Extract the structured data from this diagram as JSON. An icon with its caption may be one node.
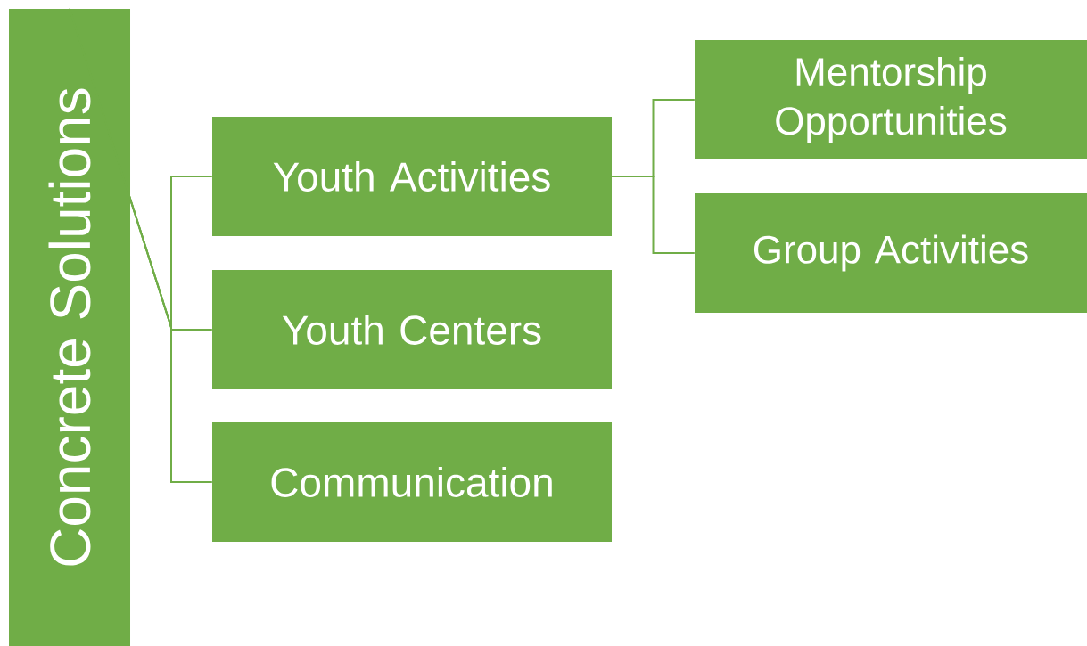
{
  "diagram": {
    "nodes": [
      {
        "text": [
          "Concrete Solutions"
        ]
      },
      {
        "text": [
          "Youth Activities"
        ]
      },
      {
        "text": [
          "Youth Centers"
        ]
      },
      {
        "text": [
          "Communication"
        ]
      },
      {
        "text": [
          "Mentorship Opportunities"
        ]
      },
      {
        "text": [
          "Group Activities"
        ]
      }
    ],
    "edges": [
      {
        "from": 0,
        "to": 1,
        "arrow": "none"
      },
      {
        "from": 0,
        "to": 2,
        "arrow": "none"
      },
      {
        "from": 0,
        "to": 3,
        "arrow": "none"
      },
      {
        "from": 1,
        "to": 4,
        "arrow": "none"
      },
      {
        "from": 1,
        "to": 5,
        "arrow": "none"
      }
    ]
  }
}
